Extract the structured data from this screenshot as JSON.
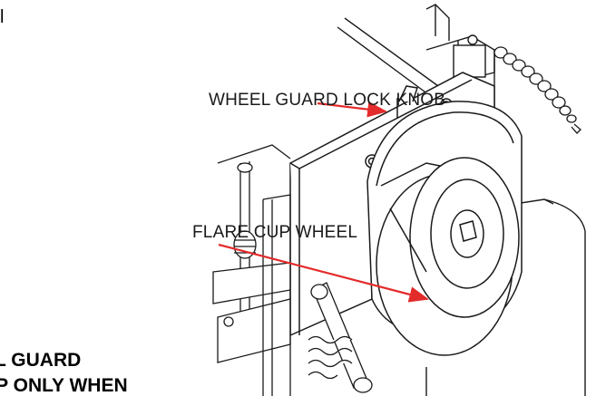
{
  "callouts": {
    "lock_knob": "WHEEL GUARD LOCK KNOB",
    "flare_cup": "FLARE CUP WHEEL"
  },
  "note": {
    "line1": "EL GUARD",
    "line2": "UP ONLY WHEN"
  },
  "corner_text": "l",
  "colors": {
    "arrow": "#e32b2b",
    "linework": "#1a1a1a",
    "background": "#ffffff"
  },
  "icons": {
    "arrow": "red-callout-arrow",
    "machine": "grinder-line-drawing"
  }
}
